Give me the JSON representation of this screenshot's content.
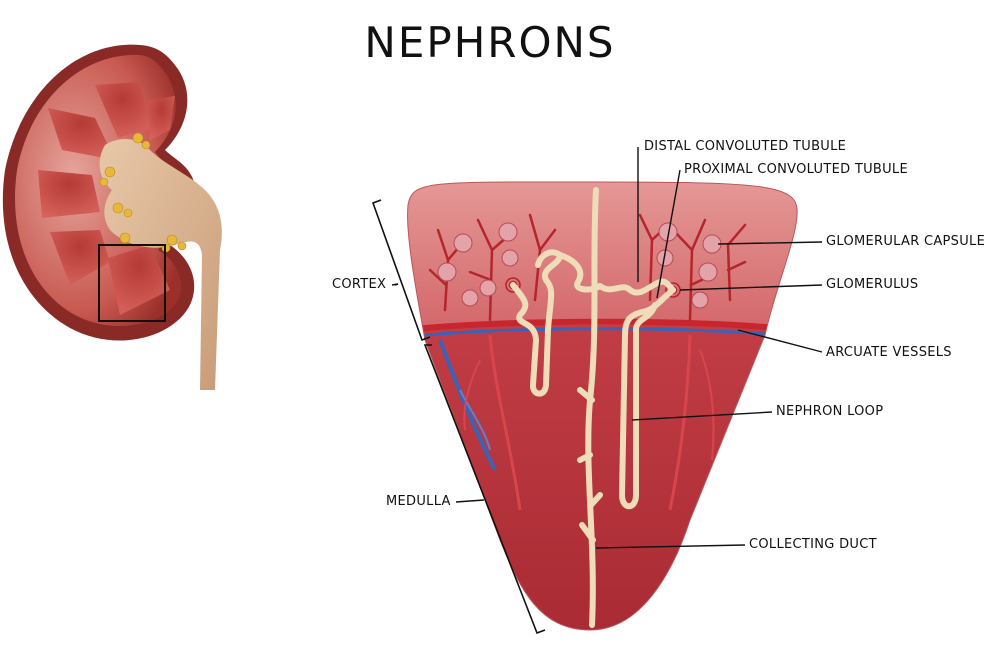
{
  "title": "NEPHRONS",
  "labels": {
    "distal": "DISTAL CONVOLUTED TUBULE",
    "proximal": "PROXIMAL CONVOLUTED TUBULE",
    "capsule": "GLOMERULAR CAPSULE",
    "glomerulus": "GLOMERULUS",
    "arcuate": "ARCUATE VESSELS",
    "loop": "NEPHRON LOOP",
    "duct": "COLLECTING DUCT",
    "cortex": "CORTEX",
    "medulla": "MEDULLA"
  },
  "colors": {
    "cortex": "#d9767a",
    "medulla": "#b8323a",
    "tubule": "#f1dfbd",
    "vessel_red": "#c0262e",
    "vessel_blue": "#3a63b8",
    "kidney_outer": "#8a2a26"
  }
}
